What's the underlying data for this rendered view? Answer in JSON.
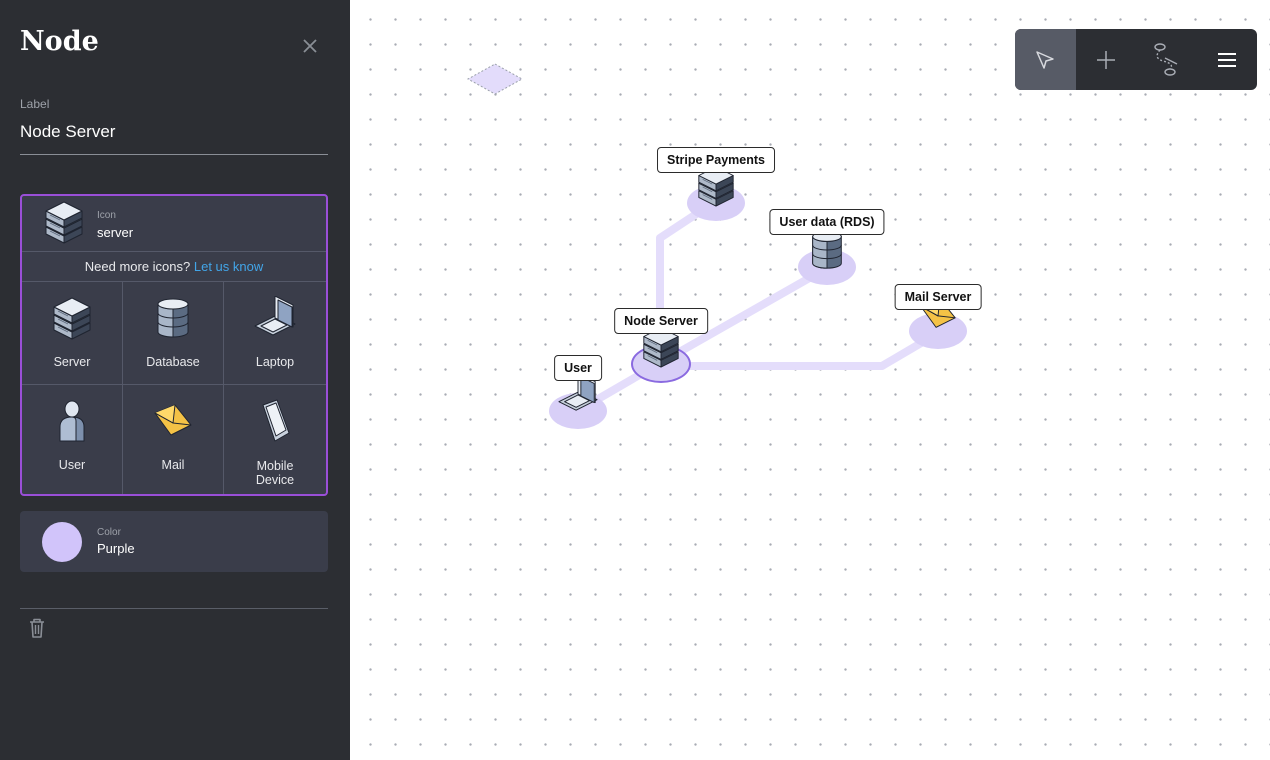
{
  "sidebar": {
    "title": "Node",
    "label_caption": "Label",
    "label_value": "Node Server",
    "icon_caption": "Icon",
    "icon_value": "server",
    "more_icons_text": "Need more icons?",
    "more_icons_link": "Let us know",
    "icons": [
      {
        "label": "Server",
        "icon": "server-icon"
      },
      {
        "label": "Database",
        "icon": "database-icon"
      },
      {
        "label": "Laptop",
        "icon": "laptop-icon"
      },
      {
        "label": "User",
        "icon": "user-icon"
      },
      {
        "label": "Mail",
        "icon": "mail-icon"
      },
      {
        "label": "Mobile Device",
        "icon": "mobile-device-icon"
      }
    ],
    "color_caption": "Color",
    "color_value": "Purple",
    "color_hex": "#d1c4fa"
  },
  "canvas": {
    "nodes": [
      {
        "label": "Stripe Payments",
        "icon": "server-icon"
      },
      {
        "label": "User data (RDS)",
        "icon": "database-icon"
      },
      {
        "label": "Mail Server",
        "icon": "mail-icon"
      },
      {
        "label": "Node Server",
        "icon": "server-icon",
        "selected": true
      },
      {
        "label": "User",
        "icon": "laptop-icon"
      }
    ],
    "edges": [
      {
        "from": "Node Server",
        "to": "Stripe Payments"
      },
      {
        "from": "Node Server",
        "to": "User data (RDS)"
      },
      {
        "from": "Node Server",
        "to": "Mail Server"
      },
      {
        "from": "Node Server",
        "to": "User"
      }
    ],
    "edge_color": "#e4ddfb",
    "halo_color": "#d8cff7"
  },
  "toolbar": {
    "tools": [
      {
        "name": "select-tool",
        "icon": "pointer-icon",
        "active": true
      },
      {
        "name": "add-node-tool",
        "icon": "plus-icon"
      },
      {
        "name": "connect-tool",
        "icon": "path-connect-icon"
      },
      {
        "name": "menu-button",
        "icon": "hamburger-menu-icon"
      }
    ]
  },
  "colors": {
    "sidebar_bg": "#2c2e33",
    "panel_bg": "#3a3d4a",
    "accent_border": "#9a4fd8",
    "link": "#42a5e8"
  }
}
